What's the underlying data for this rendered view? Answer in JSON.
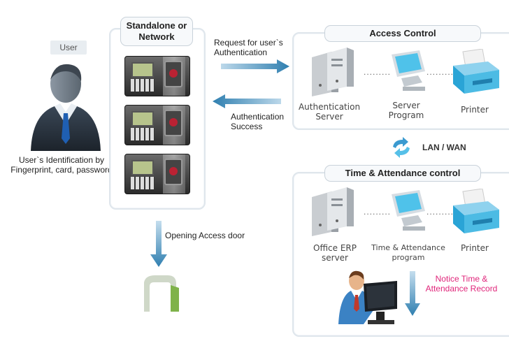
{
  "user": {
    "badge": "User",
    "caption_line1": "User`s Identification by",
    "caption_line2": "Fingerprint, card, password"
  },
  "standalone": {
    "title_line1": "Standalone or",
    "title_line2": "Network"
  },
  "flows": {
    "request_line1": "Request for user`s",
    "request_line2": "Authentication",
    "success_line1": "Authentication",
    "success_line2": "Success",
    "lan_wan": "LAN / WAN",
    "opening_door": "Opening Access door",
    "notice_line1": "Notice Time &",
    "notice_line2": "Attendance Record"
  },
  "access_control": {
    "title": "Access Control",
    "items": [
      {
        "line1": "Authentication",
        "line2": "Server"
      },
      {
        "line1": "Server",
        "line2": "Program"
      },
      {
        "line1": "Printer",
        "line2": ""
      }
    ]
  },
  "time_attendance": {
    "title": "Time & Attendance control",
    "items": [
      {
        "line1": "Office ERP",
        "line2": "server"
      },
      {
        "line1": "Time & Attendance",
        "line2": "program"
      },
      {
        "line1": "Printer",
        "line2": ""
      }
    ]
  },
  "colors": {
    "arrow_blue": "#2f7fb0",
    "notice_pink": "#e0257a",
    "border": "#dfe6ec"
  }
}
